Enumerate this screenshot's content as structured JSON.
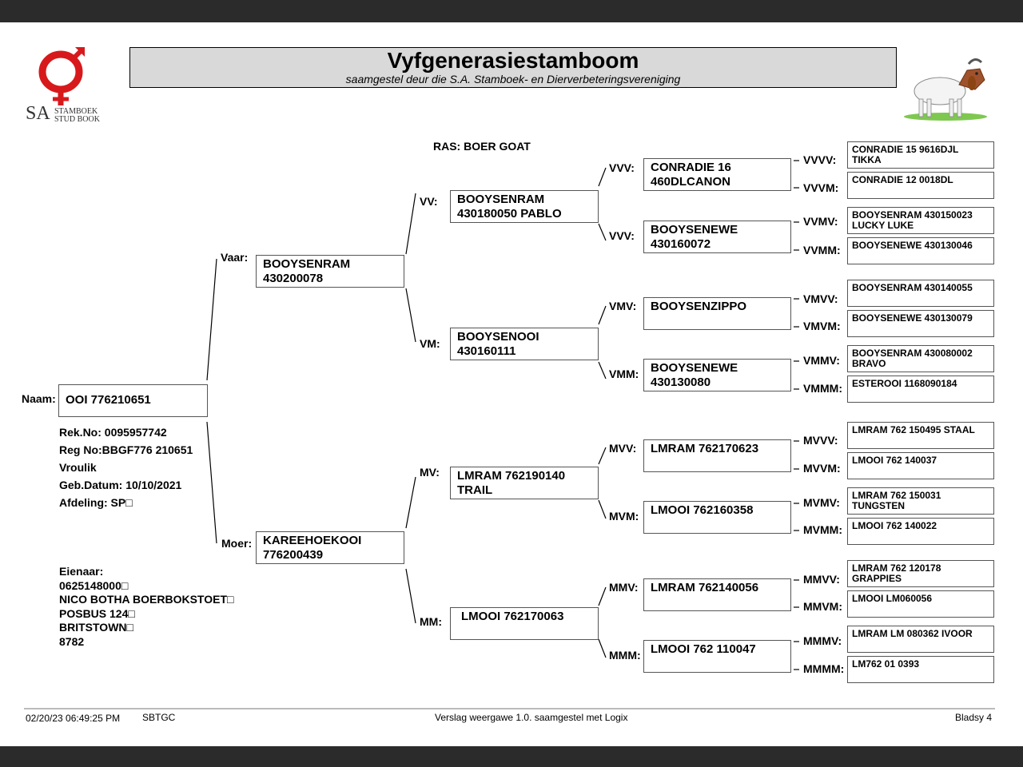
{
  "header": {
    "title": "Vyfgenerasiestamboom",
    "subtitle": "saamgestel deur die S.A. Stamboek- en Dierverbeteringsvereniging",
    "logo_sa": "SA",
    "logo_line1": "STAMBOEK",
    "logo_line2": "STUD BOOK",
    "logo_color": "#d7191c"
  },
  "breed": "RAS: BOER GOAT",
  "animal": {
    "name_label": "Naam:",
    "name": "OOI 776210651",
    "rek_no": "Rek.No: 0095957742",
    "reg_no": "Reg No:BBGF776 210651",
    "sex": "Vroulik",
    "birth": "Geb.Datum: 10/10/2021",
    "division": "Afdeling: SP□"
  },
  "owner": {
    "label": "Eienaar:",
    "phone": "0625148000□",
    "name": "NICO BOTHA BOERBOKSTOET□",
    "address": "POSBUS 124□",
    "town": "BRITSTOWN□",
    "code": "8782"
  },
  "gen1": {
    "sire": {
      "label": "Vaar:",
      "line1": "BOOYSENRAM",
      "line2": "430200078"
    },
    "dam": {
      "label": "Moer:",
      "line1": "KAREEHOEKOOI",
      "line2": "776200439"
    }
  },
  "gen2": {
    "vv": {
      "label": "VV:",
      "line1": "BOOYSENRAM",
      "line2": "430180050 PABLO"
    },
    "vm": {
      "label": "VM:",
      "line1": "BOOYSENOOI",
      "line2": "430160111"
    },
    "mv": {
      "label": "MV:",
      "line1": "LMRAM 762190140",
      "line2": "TRAIL"
    },
    "mm": {
      "label": "MM:",
      "line1": "LMOOI 762170063",
      "line2": ""
    }
  },
  "gen3": {
    "vvv": {
      "label": "VVV:",
      "line1": "CONRADIE 16",
      "line2": "460DLCANON"
    },
    "vvm": {
      "label": "VVV:",
      "line1": "BOOYSENEWE",
      "line2": "430160072"
    },
    "vmv": {
      "label": "VMV:",
      "line1": "BOOYSENZIPPO",
      "line2": ""
    },
    "vmm": {
      "label": "VMM:",
      "line1": "BOOYSENEWE",
      "line2": "430130080"
    },
    "mvv": {
      "label": "MVV:",
      "line1": "LMRAM 762170623",
      "line2": ""
    },
    "mvm": {
      "label": "MVM:",
      "line1": "LMOOI 762160358",
      "line2": ""
    },
    "mmv": {
      "label": "MMV:",
      "line1": "LMRAM 762140056",
      "line2": ""
    },
    "mmm": {
      "label": "MMM:",
      "line1": "LMOOI 762 110047",
      "line2": ""
    }
  },
  "gen4": [
    {
      "label": "VVVV:",
      "line1": "CONRADIE 15 9616DJL TIKKA",
      "line2": ""
    },
    {
      "label": "VVVM:",
      "line1": "CONRADIE 12 0018DL",
      "line2": ""
    },
    {
      "label": "VVMV:",
      "line1": "BOOYSENRAM 430150023",
      "line2": "LUCKY LUKE"
    },
    {
      "label": "VVMM:",
      "line1": "BOOYSENEWE 430130046",
      "line2": ""
    },
    {
      "label": "VMVV:",
      "line1": "BOOYSENRAM 430140055",
      "line2": ""
    },
    {
      "label": "VMVM:",
      "line1": "BOOYSENEWE 430130079",
      "line2": ""
    },
    {
      "label": "VMMV:",
      "line1": "BOOYSENRAM 430080002",
      "line2": "BRAVO"
    },
    {
      "label": "VMMM:",
      "line1": "ESTEROOI 1168090184",
      "line2": ""
    },
    {
      "label": "MVVV:",
      "line1": "LMRAM 762 150495 STAAL",
      "line2": ""
    },
    {
      "label": "MVVM:",
      "line1": "LMOOI 762 140037",
      "line2": ""
    },
    {
      "label": "MVMV:",
      "line1": "LMRAM 762 150031",
      "line2": "TUNGSTEN"
    },
    {
      "label": "MVMM:",
      "line1": "LMOOI 762 140022",
      "line2": ""
    },
    {
      "label": "MMVV:",
      "line1": "LMRAM 762 120178",
      "line2": "GRAPPIES"
    },
    {
      "label": "MMVM:",
      "line1": "LMOOI LM060056",
      "line2": ""
    },
    {
      "label": "MMMV:",
      "line1": "LMRAM LM 080362 IVOOR",
      "line2": ""
    },
    {
      "label": "MMMM:",
      "line1": "LM762 01 0393",
      "line2": ""
    }
  ],
  "footer": {
    "datetime": "02/20/23 06:49:25 PM",
    "code": "SBTGC",
    "report": "Verslag weergawe 1.0. saamgestel met Logix",
    "page": "Bladsy 4"
  }
}
